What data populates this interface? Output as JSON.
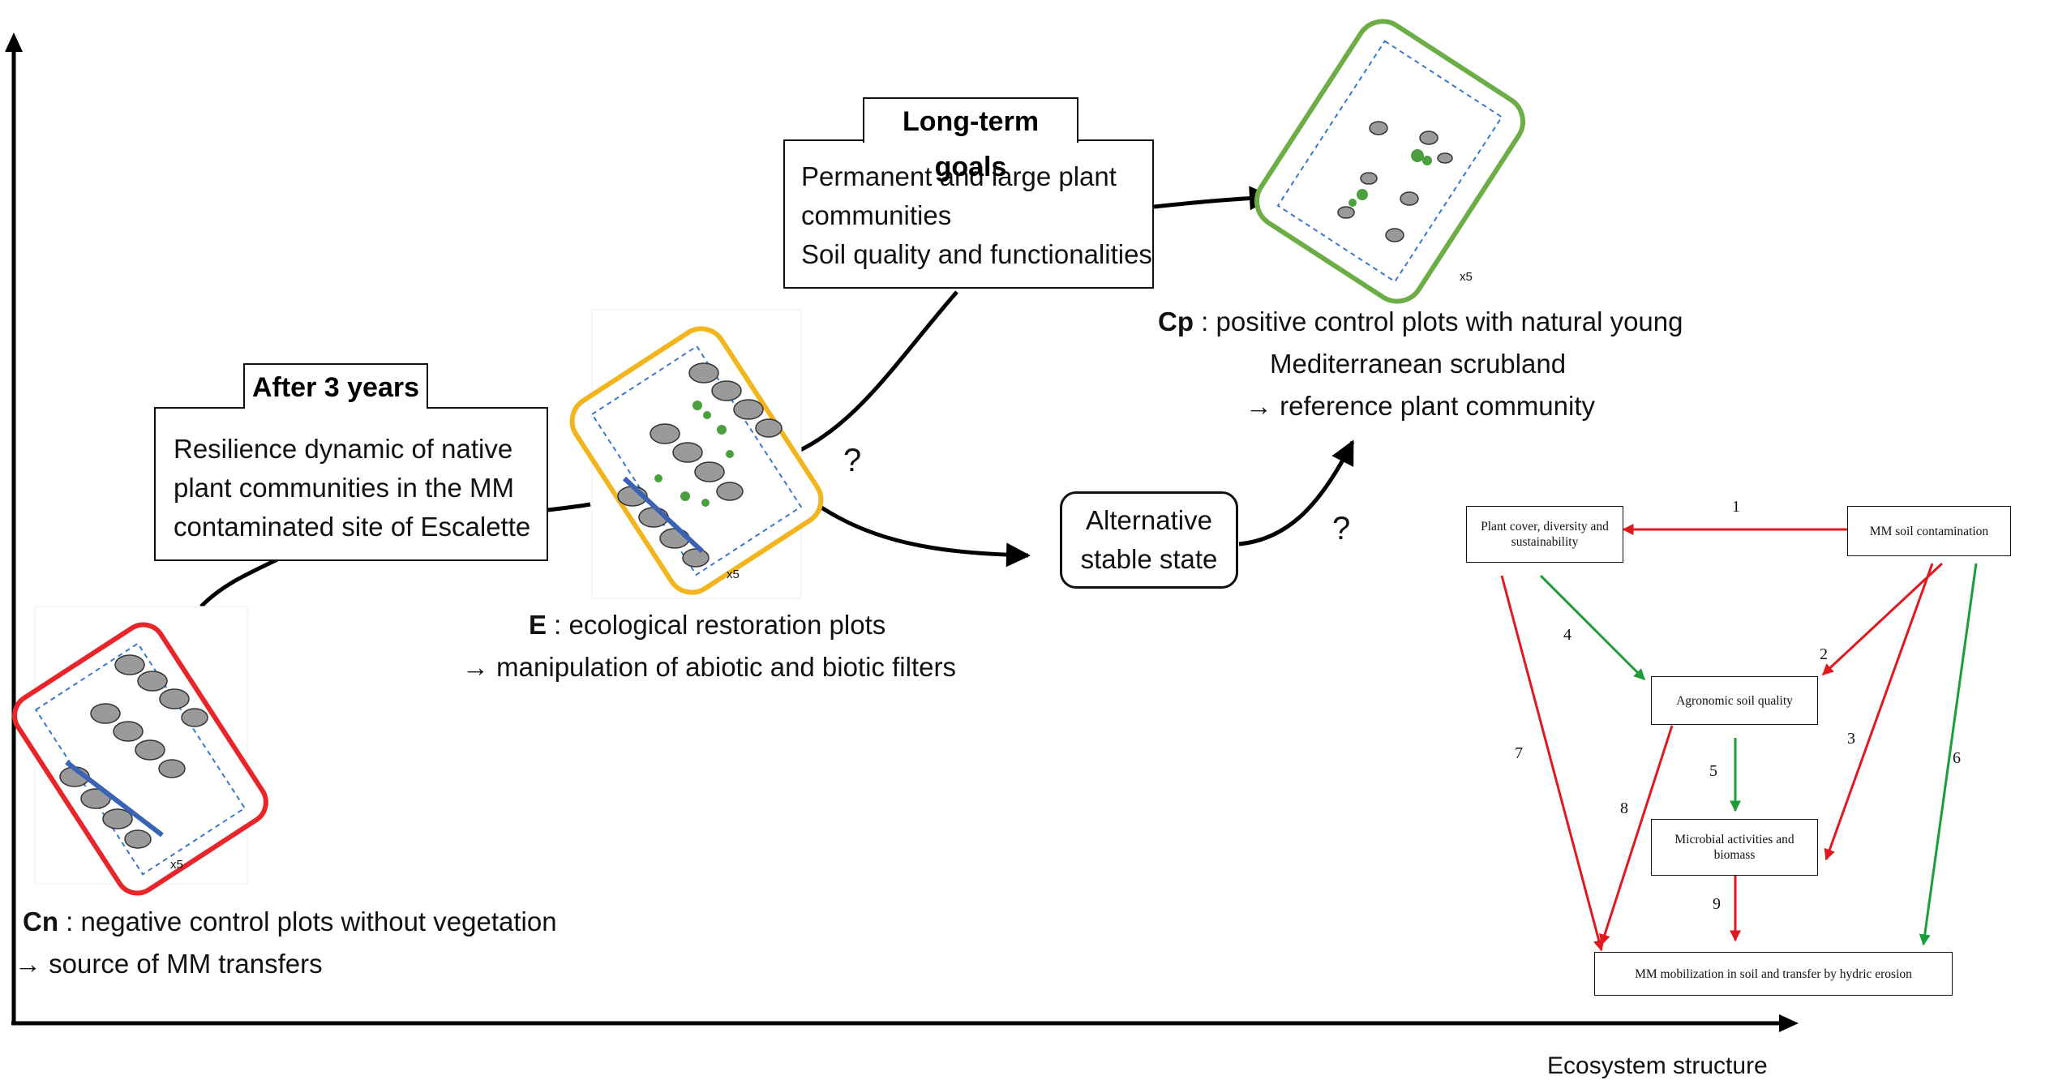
{
  "axes": {
    "x_label": "Ecosystem structure"
  },
  "stages": {
    "cn": {
      "code": "Cn",
      "desc": " : negative control plots without vegetation",
      "sub": "→ source of MM transfers",
      "multiplier": "x5",
      "border_color": "#e8262a"
    },
    "e": {
      "code": "E",
      "desc": " : ecological restoration plots",
      "sub": "→ manipulation of abiotic and biotic filters",
      "multiplier": "x5",
      "border_color": "#f2b51e"
    },
    "cp": {
      "code": "Cp",
      "desc": " : positive control plots with natural young",
      "line2": "Mediterranean scrubland",
      "sub": "→ reference plant community",
      "multiplier": "x5",
      "border_color": "#6cad45"
    }
  },
  "after3": {
    "title": "After 3 years",
    "lines": [
      "Resilience dynamic of native",
      "plant communities in the MM",
      "contaminated site of Escalette"
    ]
  },
  "longterm": {
    "title": "Long-term goals",
    "lines": [
      "Permanent and large plant",
      "communities",
      "Soil quality and functionalities"
    ]
  },
  "alternative": {
    "lines": [
      "Alternative",
      "stable state"
    ]
  },
  "question_marks": [
    "?",
    "?"
  ],
  "flow": {
    "nodes": {
      "plant": "Plant cover, diversity and sustainability",
      "mm_contam": "MM soil contamination",
      "agro": "Agronomic soil quality",
      "micro": "Microbial activities and biomass",
      "mobil": "MM mobilization in soil and transfer by hydric erosion"
    },
    "edge_labels": [
      "1",
      "2",
      "3",
      "4",
      "5",
      "6",
      "7",
      "8",
      "9"
    ],
    "colors": {
      "negative": "#e0191e",
      "positive": "#1b9e3a"
    }
  }
}
